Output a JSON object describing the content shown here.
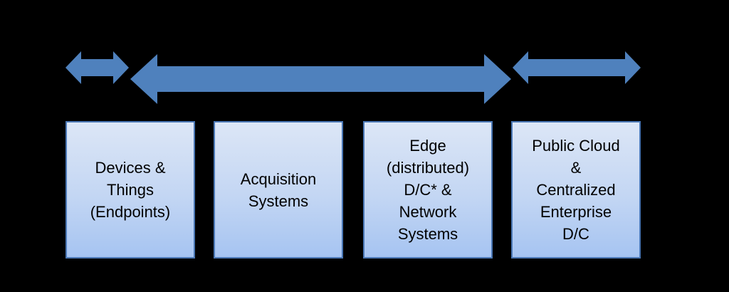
{
  "colors": {
    "background": "#000000",
    "arrow": "#4f81bd",
    "box_border": "#4a77b5",
    "box_fill_top": "#dce6f6",
    "box_fill_mid": "#c3d6f3",
    "box_fill_bottom": "#a6c4f2",
    "text": "#000000"
  },
  "arrows": [
    {
      "name": "short-double-arrow-left",
      "direction": "both"
    },
    {
      "name": "long-double-arrow-center",
      "direction": "both"
    },
    {
      "name": "short-double-arrow-right",
      "direction": "both"
    }
  ],
  "boxes": [
    {
      "label": "Devices &\nThings\n(Endpoints)"
    },
    {
      "label": "Acquisition\nSystems"
    },
    {
      "label": "Edge\n(distributed)\nD/C* &\nNetwork\nSystems"
    },
    {
      "label": "Public Cloud\n&\nCentralized\nEnterprise\nD/C"
    }
  ]
}
